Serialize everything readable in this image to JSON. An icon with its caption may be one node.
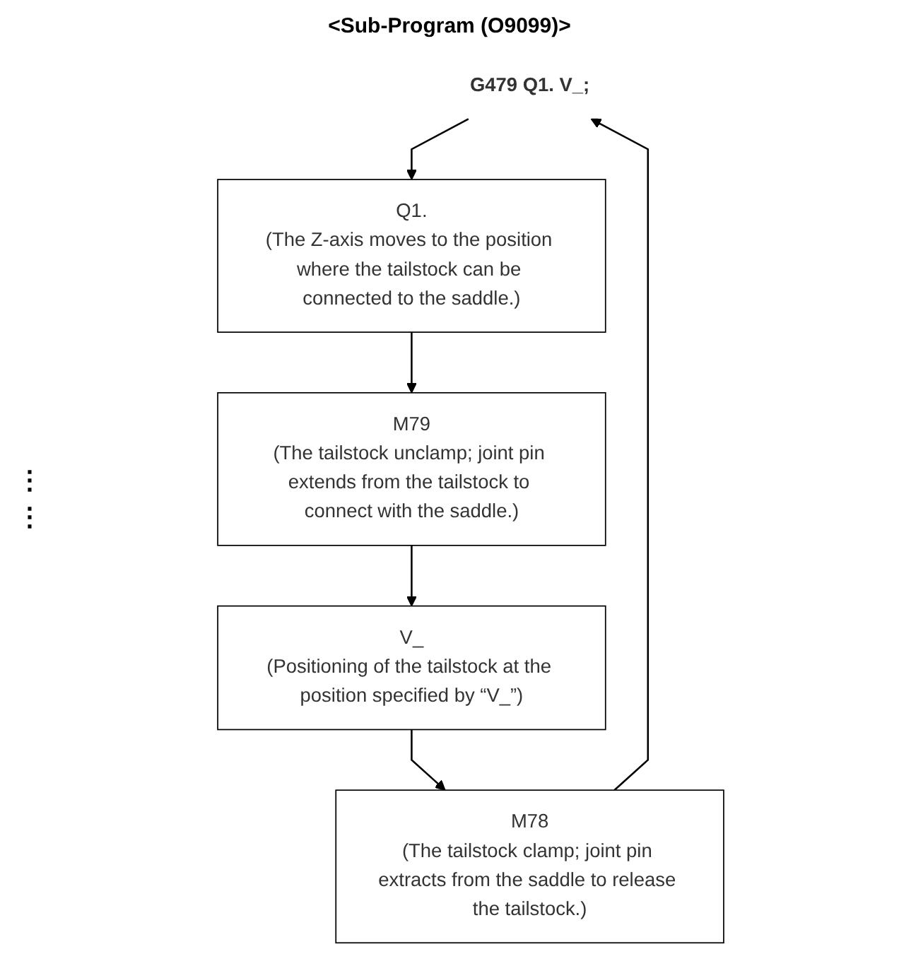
{
  "diagram": {
    "title": "<Sub-Program (O9099)>",
    "nodes": [
      {
        "text": [
          "G479 Q1. V_;"
        ]
      },
      {
        "text": [
          "Q1.",
          "(The Z-axis moves to the position where the tailstock can be connected to the saddle.)"
        ]
      },
      {
        "text": [
          "M79",
          "(The tailstock unclamp; joint pin extends from the tailstock to connect with the saddle.)"
        ]
      },
      {
        "text": [
          "V_",
          "(Positioning of the tailstock at the position specified by “V_”)"
        ]
      },
      {
        "text": [
          "M78",
          "(The tailstock clamp; joint pin extracts from the saddle to release the tailstock.)"
        ]
      }
    ],
    "edges": [
      {
        "from": 0,
        "to": 1,
        "arrow": "to"
      },
      {
        "from": 1,
        "to": 2,
        "arrow": "to"
      },
      {
        "from": 2,
        "to": 3,
        "arrow": "to"
      },
      {
        "from": 3,
        "to": 4,
        "arrow": "to"
      },
      {
        "from": 4,
        "to": 0,
        "arrow": "to"
      }
    ],
    "labels": [
      "⋮",
      "⋮"
    ]
  }
}
